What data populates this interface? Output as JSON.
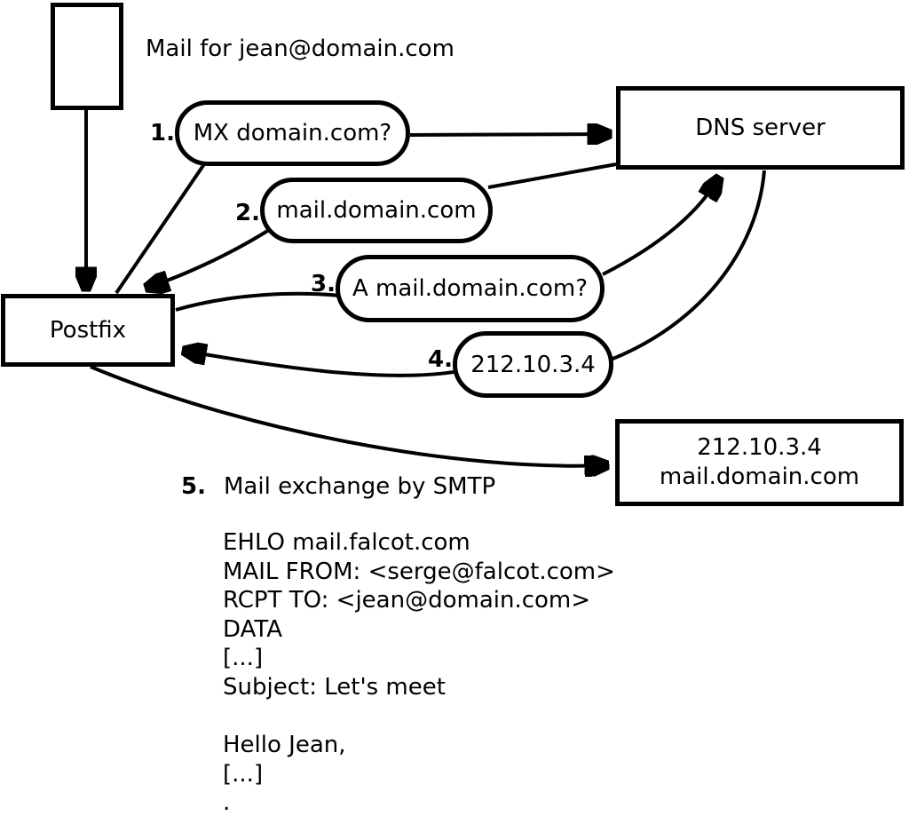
{
  "title": "Mail for jean@domain.com",
  "nodes": {
    "postfix": "Postfix",
    "dns_server": "DNS server",
    "mail_server_line1": "212.10.3.4",
    "mail_server_line2": "mail.domain.com"
  },
  "steps": [
    {
      "num": "1.",
      "label": "MX domain.com?"
    },
    {
      "num": "2.",
      "label": "mail.domain.com"
    },
    {
      "num": "3.",
      "label": "A mail.domain.com?"
    },
    {
      "num": "4.",
      "label": "212.10.3.4"
    },
    {
      "num": "5.",
      "label": "Mail exchange by SMTP"
    }
  ],
  "smtp_session": {
    "lines": [
      "EHLO mail.falcot.com",
      "MAIL FROM: <serge@falcot.com>",
      "RCPT TO: <jean@domain.com>",
      "DATA",
      "[...]",
      "Subject: Let's meet",
      "",
      "Hello Jean,",
      "[...]",
      "."
    ]
  },
  "colors": {
    "ink": "#000000",
    "paper": "#ffffff"
  }
}
